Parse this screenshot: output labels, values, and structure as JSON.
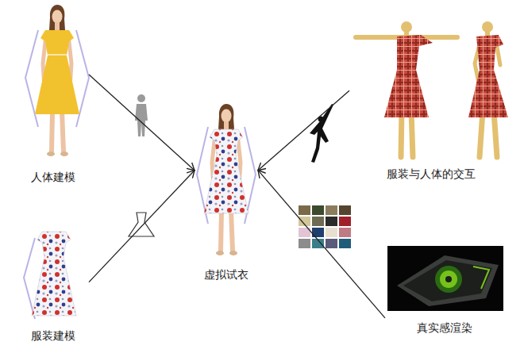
{
  "diagram": {
    "nodes": [
      {
        "text": [
          "人体建模"
        ]
      },
      {
        "text": [
          "服装与人体的交互"
        ]
      },
      {
        "text": [
          "虚拟试衣"
        ]
      },
      {
        "text": [
          "服装建模"
        ]
      },
      {
        "text": [
          "真实感渲染"
        ]
      }
    ],
    "edges": [
      {
        "from": 0,
        "to": 2,
        "arrow": "to"
      },
      {
        "from": 1,
        "to": 2,
        "arrow": "to"
      },
      {
        "from": 3,
        "to": 2,
        "arrow": "to"
      },
      {
        "from": 4,
        "to": 2,
        "arrow": "to"
      }
    ]
  }
}
